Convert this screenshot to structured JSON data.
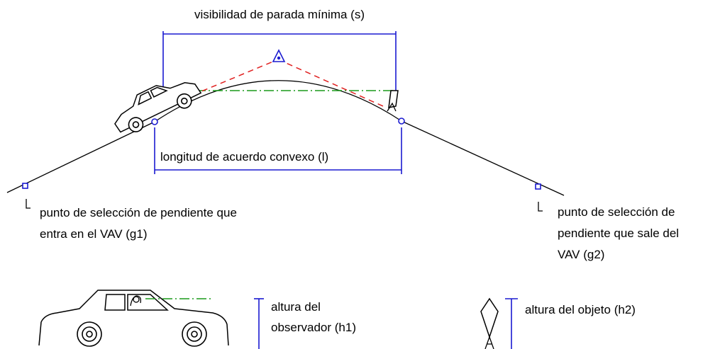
{
  "labels": {
    "stopping_sight": "visibilidad de parada mínima (s)",
    "crest_length": "longitud de acuerdo convexo (l)",
    "grade_in_line1": "punto de selección de pendiente que",
    "grade_in_line2": "entra en el VAV (g1)",
    "grade_out_line1": "punto de selección de",
    "grade_out_line2": "pendiente que sale del",
    "grade_out_line3": "VAV (g2)",
    "eye_height_line1": "altura del",
    "eye_height_line2": "observador (h1)",
    "object_height": "altura del objeto (h2)"
  },
  "colors": {
    "dimension": "#1a1ad0",
    "sight_line": "#1a9a1a",
    "sight_rays": "#e02020",
    "ground": "#000000"
  }
}
